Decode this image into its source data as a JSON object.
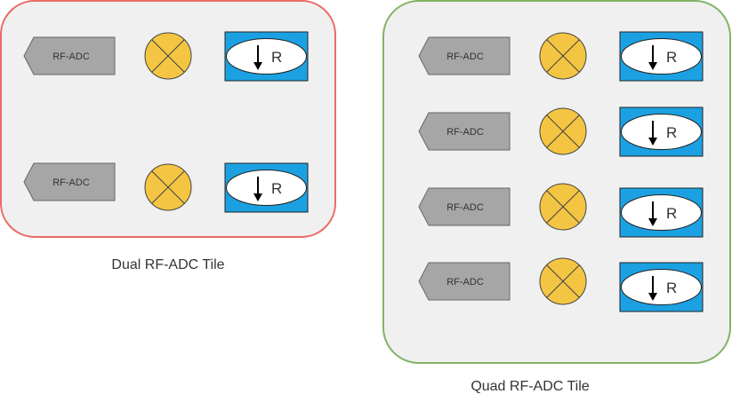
{
  "tiles": [
    {
      "caption": "Dual RF-ADC Tile",
      "border_color": "#ea6b66",
      "channels": [
        {
          "adc_label": "RF-ADC",
          "decimator_label": "R"
        },
        {
          "adc_label": "RF-ADC",
          "decimator_label": "R"
        }
      ]
    },
    {
      "caption": "Quad RF-ADC Tile",
      "border_color": "#82b366",
      "channels": [
        {
          "adc_label": "RF-ADC",
          "decimator_label": "R"
        },
        {
          "adc_label": "RF-ADC",
          "decimator_label": "R"
        },
        {
          "adc_label": "RF-ADC",
          "decimator_label": "R"
        },
        {
          "adc_label": "RF-ADC",
          "decimator_label": "R"
        }
      ]
    }
  ],
  "colors": {
    "tile_fill": "#f0f0f0",
    "adc_fill": "#a6a6a6",
    "mixer_fill": "#f4c542",
    "decimator_fill": "#1ba1e2",
    "ellipse_fill": "#ffffff"
  },
  "icons": {
    "mixer": "mixer-cross-circle-icon",
    "decimator": "down-arrow-icon"
  }
}
